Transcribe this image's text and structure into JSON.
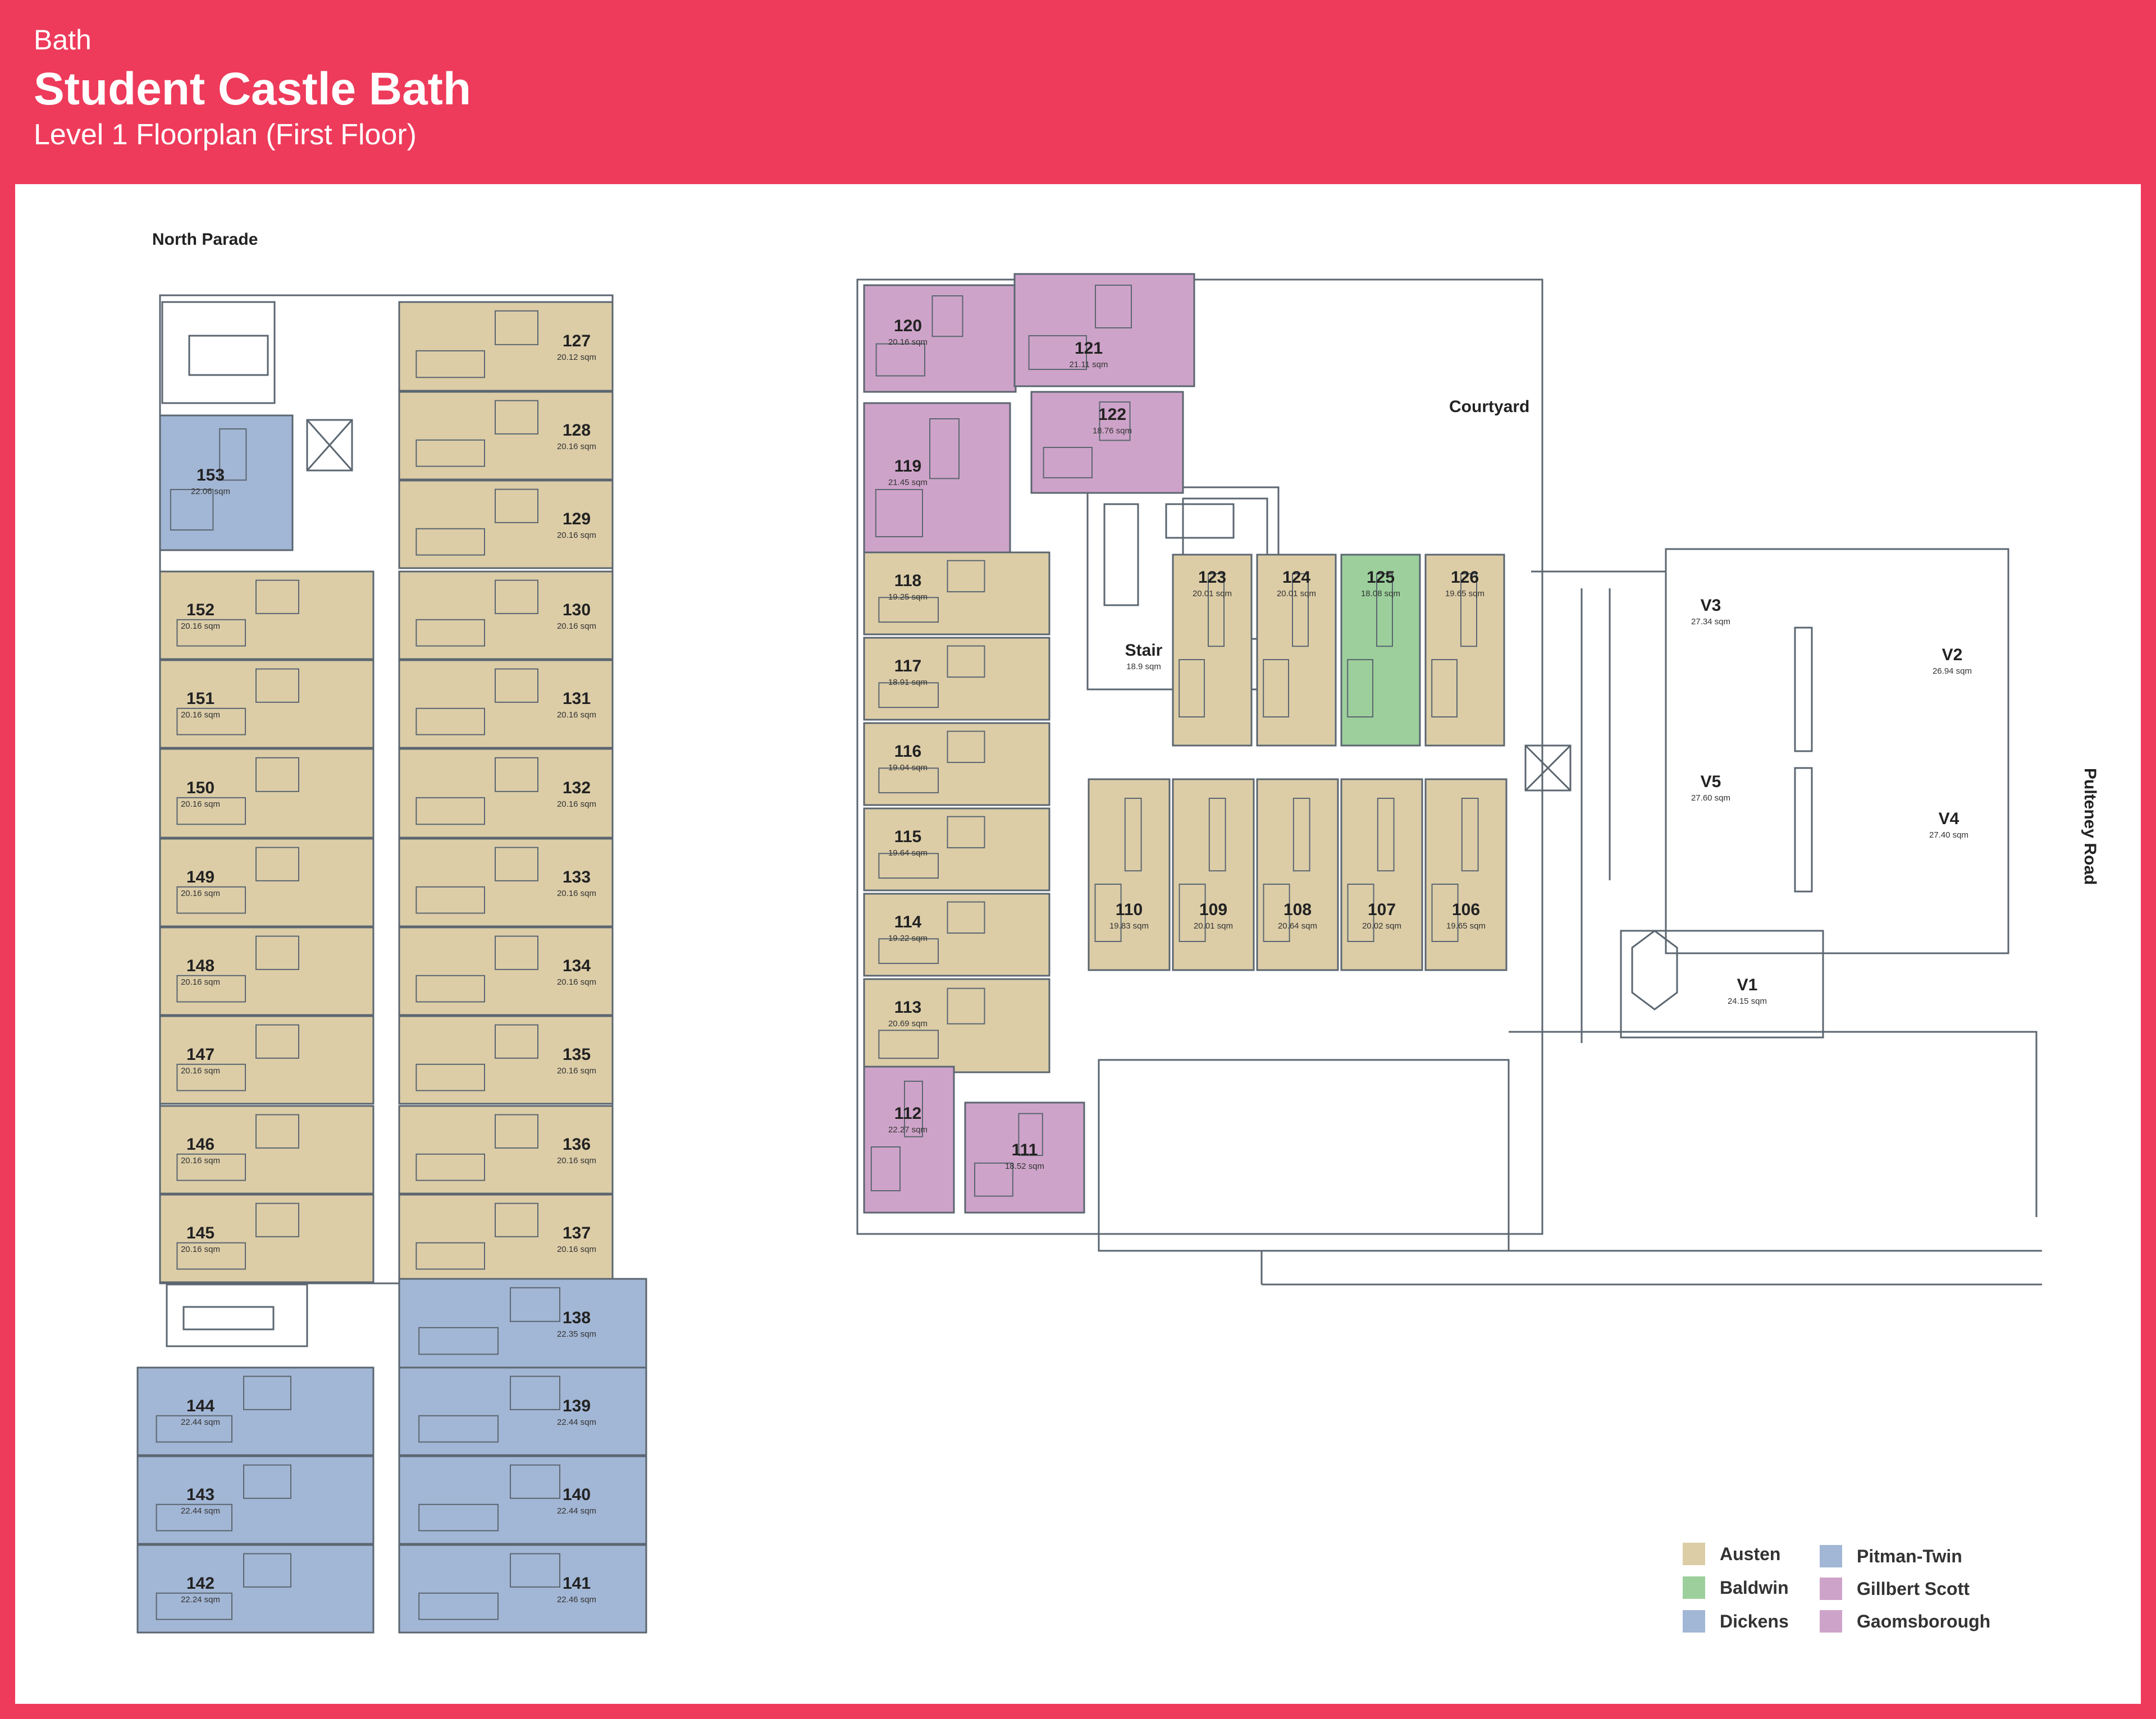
{
  "header": {
    "city": "Bath",
    "title": "Student Castle Bath",
    "subtitle": "Level 1 Floorplan (First Floor)"
  },
  "labels": {
    "north_parade": "North Parade",
    "courtyard": "Courtyard",
    "pulteney_road": "Pulteney Road"
  },
  "colors": {
    "background": "#ee3b5b",
    "sheet": "#ffffff",
    "wall": "#5b6670",
    "austen": "#dccda7",
    "baldwin": "#9ccf9c",
    "dickens": "#a2b6d5",
    "pitman_twin": "#a2b6d5",
    "gillbert_scott": "#cea3c9",
    "gaomsborough": "#cea3c9"
  },
  "legend": [
    {
      "name": "Austen",
      "color": "#dccda7"
    },
    {
      "name": "Baldwin",
      "color": "#9ccf9c"
    },
    {
      "name": "Dickens",
      "color": "#a2b6d5"
    },
    {
      "name": "Pitman-Twin",
      "color": "#a2b6d5"
    },
    {
      "name": "Gillbert Scott",
      "color": "#cea3c9"
    },
    {
      "name": "Gaomsborough",
      "color": "#cea3c9"
    }
  ],
  "rooms": [
    {
      "num": "127",
      "area": "20.12 sqm",
      "type": "austen"
    },
    {
      "num": "128",
      "area": "20.16 sqm",
      "type": "austen"
    },
    {
      "num": "129",
      "area": "20.16 sqm",
      "type": "austen"
    },
    {
      "num": "130",
      "area": "20.16 sqm",
      "type": "austen"
    },
    {
      "num": "131",
      "area": "20.16 sqm",
      "type": "austen"
    },
    {
      "num": "132",
      "area": "20.16 sqm",
      "type": "austen"
    },
    {
      "num": "133",
      "area": "20.16 sqm",
      "type": "austen"
    },
    {
      "num": "134",
      "area": "20.16 sqm",
      "type": "austen"
    },
    {
      "num": "135",
      "area": "20.16 sqm",
      "type": "austen"
    },
    {
      "num": "136",
      "area": "20.16 sqm",
      "type": "austen"
    },
    {
      "num": "137",
      "area": "20.16 sqm",
      "type": "austen"
    },
    {
      "num": "138",
      "area": "22.35 sqm",
      "type": "dickens"
    },
    {
      "num": "139",
      "area": "22.44 sqm",
      "type": "dickens"
    },
    {
      "num": "140",
      "area": "22.44 sqm",
      "type": "dickens"
    },
    {
      "num": "141",
      "area": "22.46 sqm",
      "type": "dickens"
    },
    {
      "num": "153",
      "area": "22.06 sqm",
      "type": "dickens"
    },
    {
      "num": "152",
      "area": "20.16 sqm",
      "type": "austen"
    },
    {
      "num": "151",
      "area": "20.16 sqm",
      "type": "austen"
    },
    {
      "num": "150",
      "area": "20.16 sqm",
      "type": "austen"
    },
    {
      "num": "149",
      "area": "20.16 sqm",
      "type": "austen"
    },
    {
      "num": "148",
      "area": "20.16 sqm",
      "type": "austen"
    },
    {
      "num": "147",
      "area": "20.16 sqm",
      "type": "austen"
    },
    {
      "num": "146",
      "area": "20.16 sqm",
      "type": "austen"
    },
    {
      "num": "145",
      "area": "20.16 sqm",
      "type": "austen"
    },
    {
      "num": "144",
      "area": "22.44 sqm",
      "type": "dickens"
    },
    {
      "num": "143",
      "area": "22.44 sqm",
      "type": "dickens"
    },
    {
      "num": "142",
      "area": "22.24 sqm",
      "type": "dickens"
    },
    {
      "num": "120",
      "area": "20.16 sqm",
      "type": "gillbert_scott"
    },
    {
      "num": "121",
      "area": "21.11 sqm",
      "type": "gillbert_scott"
    },
    {
      "num": "122",
      "area": "18.76 sqm",
      "type": "gillbert_scott"
    },
    {
      "num": "119",
      "area": "21.45 sqm",
      "type": "gillbert_scott"
    },
    {
      "num": "118",
      "area": "19.25 sqm",
      "type": "austen"
    },
    {
      "num": "117",
      "area": "18.91 sqm",
      "type": "austen"
    },
    {
      "num": "116",
      "area": "19.04 sqm",
      "type": "austen"
    },
    {
      "num": "115",
      "area": "19.64 sqm",
      "type": "austen"
    },
    {
      "num": "114",
      "area": "19.22 sqm",
      "type": "austen"
    },
    {
      "num": "113",
      "area": "20.69 sqm",
      "type": "austen"
    },
    {
      "num": "112",
      "area": "22.27 sqm",
      "type": "gillbert_scott"
    },
    {
      "num": "111",
      "area": "18.52 sqm",
      "type": "gillbert_scott"
    },
    {
      "num": "123",
      "area": "20.01 sqm",
      "type": "austen"
    },
    {
      "num": "124",
      "area": "20.01 sqm",
      "type": "austen"
    },
    {
      "num": "125",
      "area": "18.08 sqm",
      "type": "baldwin"
    },
    {
      "num": "126",
      "area": "19.65 sqm",
      "type": "austen"
    },
    {
      "num": "Stair",
      "area": "18.9 sqm",
      "type": "plain"
    },
    {
      "num": "110",
      "area": "19.83 sqm",
      "type": "austen"
    },
    {
      "num": "109",
      "area": "20.01 sqm",
      "type": "austen"
    },
    {
      "num": "108",
      "area": "20.64 sqm",
      "type": "austen"
    },
    {
      "num": "107",
      "area": "20.02 sqm",
      "type": "austen"
    },
    {
      "num": "106",
      "area": "19.65 sqm",
      "type": "austen"
    },
    {
      "num": "V3",
      "area": "27.34 sqm",
      "type": "plain"
    },
    {
      "num": "V2",
      "area": "26.94 sqm",
      "type": "plain"
    },
    {
      "num": "V5",
      "area": "27.60 sqm",
      "type": "plain"
    },
    {
      "num": "V4",
      "area": "27.40 sqm",
      "type": "plain"
    },
    {
      "num": "V1",
      "area": "24.15 sqm",
      "type": "plain"
    }
  ]
}
